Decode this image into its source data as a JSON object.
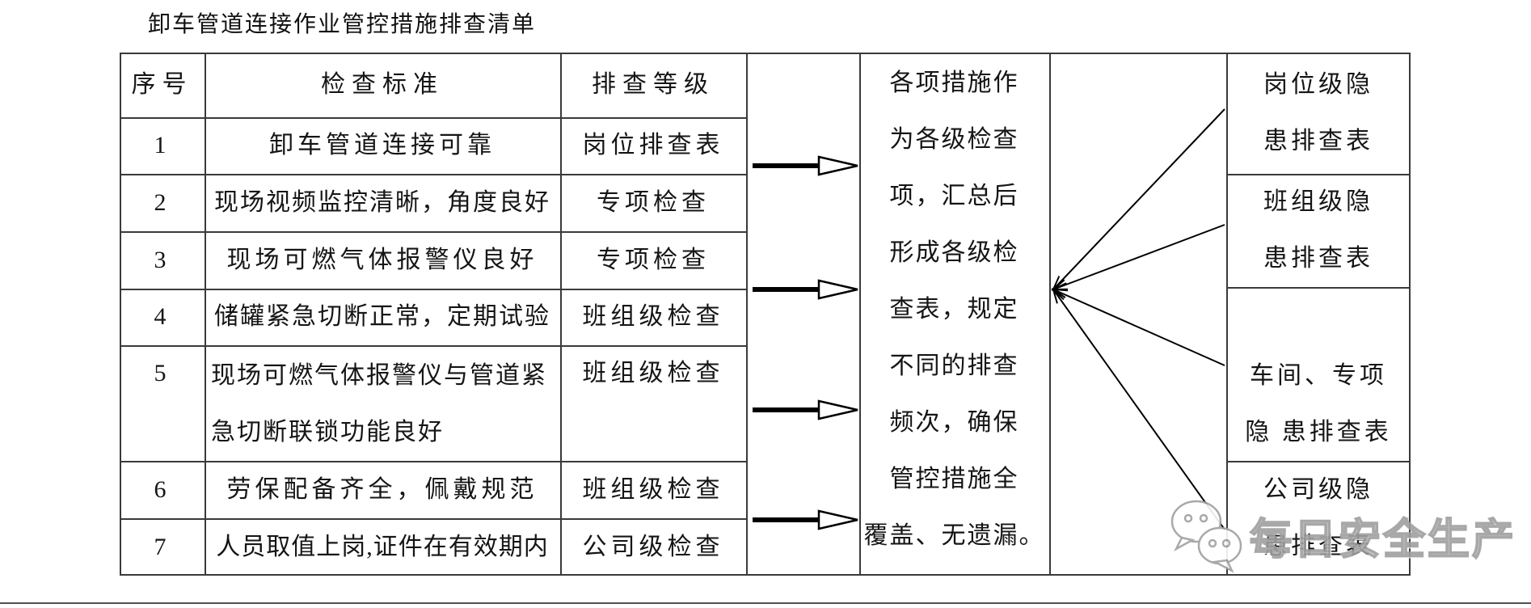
{
  "title": "卸车管道连接作业管控措施排查清单",
  "table": {
    "headers": [
      "序号",
      "检查标准",
      "排查等级"
    ],
    "rows": [
      {
        "no": "1",
        "standard": "卸车管道连接可靠",
        "level": "岗位排查表"
      },
      {
        "no": "2",
        "standard": "现场视频监控清晰，角度良好",
        "level": "专项检查"
      },
      {
        "no": "3",
        "standard": "现场可燃气体报警仪良好",
        "level": "专项检查"
      },
      {
        "no": "4",
        "standard": "储罐紧急切断正常，定期试验",
        "level": "班组级检查"
      },
      {
        "no": "5",
        "standard_line1": "现场可燃气体报警仪与管道紧",
        "standard_line2": "急切断联锁功能良好",
        "level": "班组级检查"
      },
      {
        "no": "6",
        "standard": "劳保配备齐全，佩戴规范",
        "level": "班组级检查"
      },
      {
        "no": "7",
        "standard": "人员取值上岗,证件在有效期内",
        "level": "公司级检查"
      }
    ]
  },
  "summary": {
    "full_text": "各项措施作为各级检查项，汇总后形成各级检查表，规定不同的排查频次，确保管控措施全覆盖、无遗漏。",
    "lines": [
      "各项措施作",
      "为各级检查",
      "项，汇总后",
      "形成各级检",
      "查表，规定",
      "不同的排查",
      "频次，确保",
      "管控措施全",
      "覆盖、无遗漏。"
    ]
  },
  "outputs": [
    {
      "line1": "岗位级隐",
      "line2": "患排查表"
    },
    {
      "line1": "班组级隐",
      "line2": "患排查表"
    },
    {
      "line1": "车间、专项",
      "line2": "隐 患排查表"
    },
    {
      "line1": "公司级隐",
      "line2": "患排查表"
    }
  ],
  "watermark": {
    "text": "每日安全生产",
    "icon": "wechat-icon"
  },
  "icons": {
    "flow_arrow": "right-arrow-icon",
    "fan": "fan-lines-icon"
  },
  "colors": {
    "border": "#3a3a3a",
    "text": "#151515",
    "watermark_gray": "#9f9f9f",
    "background": "#ffffff"
  }
}
